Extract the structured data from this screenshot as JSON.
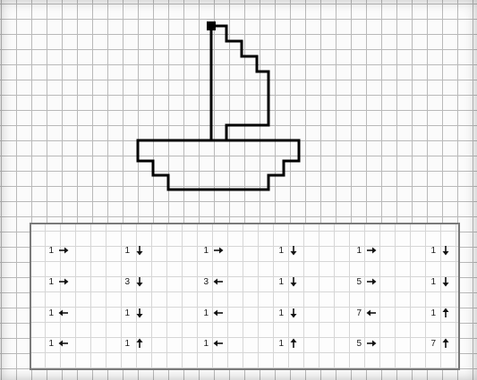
{
  "colors": {
    "line": "#000000",
    "grid": "#b9b9b9",
    "panel_border": "#7a7a7a"
  },
  "figure": {
    "name": "sailboat",
    "start_marker": "black-square"
  },
  "commands": [
    [
      {
        "count": "1",
        "dir": "right"
      },
      {
        "count": "1",
        "dir": "down"
      },
      {
        "count": "1",
        "dir": "right"
      },
      {
        "count": "1",
        "dir": "down"
      },
      {
        "count": "1",
        "dir": "right"
      },
      {
        "count": "1",
        "dir": "down"
      }
    ],
    [
      {
        "count": "1",
        "dir": "right"
      },
      {
        "count": "3",
        "dir": "down"
      },
      {
        "count": "3",
        "dir": "left"
      },
      {
        "count": "1",
        "dir": "down"
      },
      {
        "count": "5",
        "dir": "right"
      },
      {
        "count": "1",
        "dir": "down"
      }
    ],
    [
      {
        "count": "1",
        "dir": "left"
      },
      {
        "count": "1",
        "dir": "down"
      },
      {
        "count": "1",
        "dir": "left"
      },
      {
        "count": "1",
        "dir": "down"
      },
      {
        "count": "7",
        "dir": "left"
      },
      {
        "count": "1",
        "dir": "up"
      }
    ],
    [
      {
        "count": "1",
        "dir": "left"
      },
      {
        "count": "1",
        "dir": "up"
      },
      {
        "count": "1",
        "dir": "left"
      },
      {
        "count": "1",
        "dir": "up"
      },
      {
        "count": "5",
        "dir": "right"
      },
      {
        "count": "7",
        "dir": "up"
      }
    ]
  ]
}
